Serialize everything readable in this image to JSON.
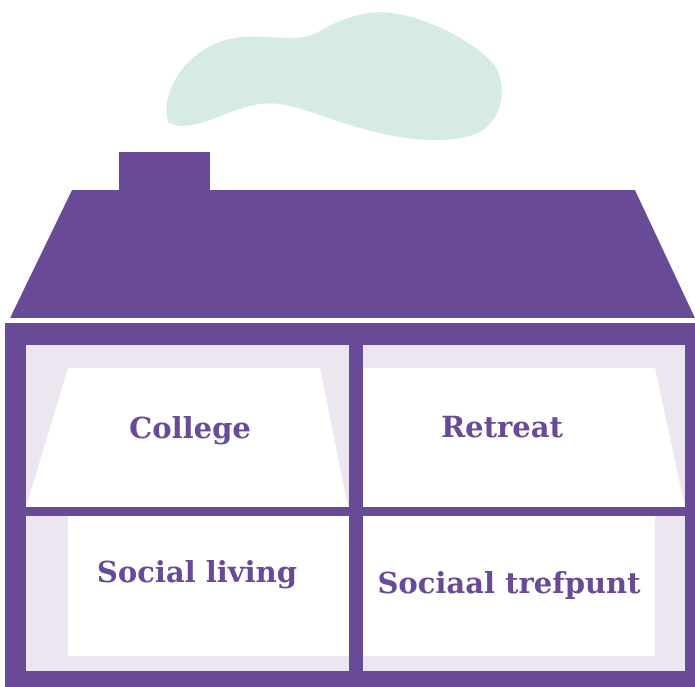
{
  "colors": {
    "house": "#684a96",
    "smoke": "#d5ebe4",
    "room_wall": "#ffffff",
    "room_bevel": "#ebe6f0",
    "label": "#684a96"
  },
  "rooms": [
    {
      "label": "College"
    },
    {
      "label": "Retreat"
    },
    {
      "label": "Social living"
    },
    {
      "label": "Sociaal trefpunt"
    }
  ]
}
